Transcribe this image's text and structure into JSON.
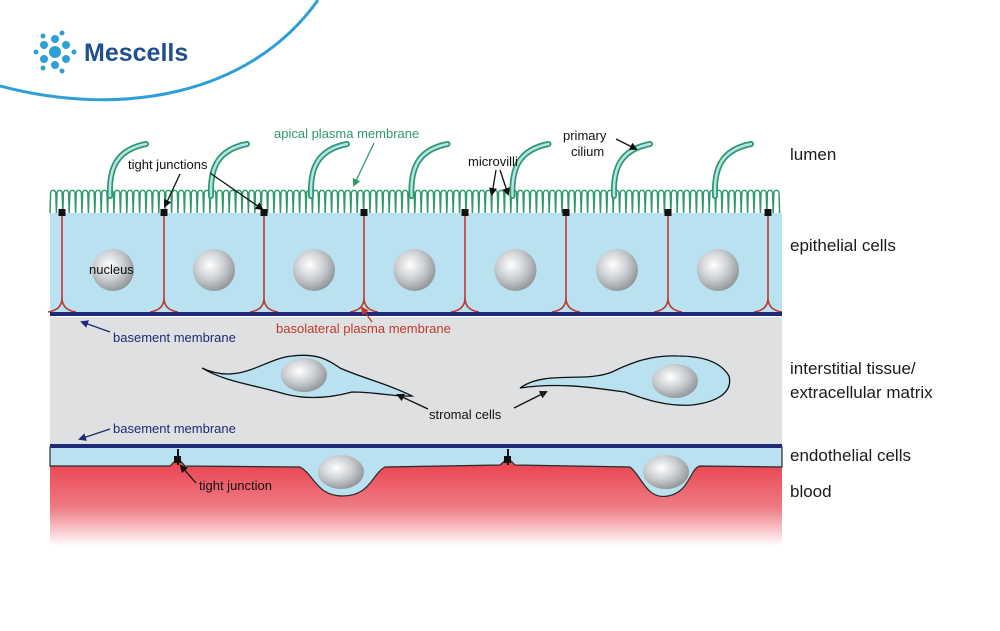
{
  "brand": {
    "name": "Mescells"
  },
  "labels": {
    "apical_plasma_membrane": "apical plasma membrane",
    "tight_junctions": "tight junctions",
    "microvilli": "microvilli",
    "primary_cilium_line1": "primary",
    "primary_cilium_line2": "cilium",
    "nucleus": "nucleus",
    "basement_membrane_top": "basement membrane",
    "basolateral_plasma_membrane": "basolateral plasma membrane",
    "stromal_cells": "stromal cells",
    "basement_membrane_bottom": "basement membrane",
    "tight_junction": "tight junction"
  },
  "regions": {
    "lumen": "lumen",
    "epithelial_cells": "epithelial cells",
    "interstitial_line1": "interstitial tissue/",
    "interstitial_line2": "extracellular matrix",
    "endothelial_cells": "endothelial cells",
    "blood": "blood"
  },
  "colors": {
    "brand_blue": "#1f4f91",
    "swoosh": "#2f9fd8",
    "cilia_green": "#2e9a6a",
    "cell_fill": "#b9e1ef",
    "membrane_red": "#c0392b",
    "basement_navy": "#1e2a78",
    "matrix_gray": "#dfe0e1",
    "blood_red": "#e63946"
  }
}
